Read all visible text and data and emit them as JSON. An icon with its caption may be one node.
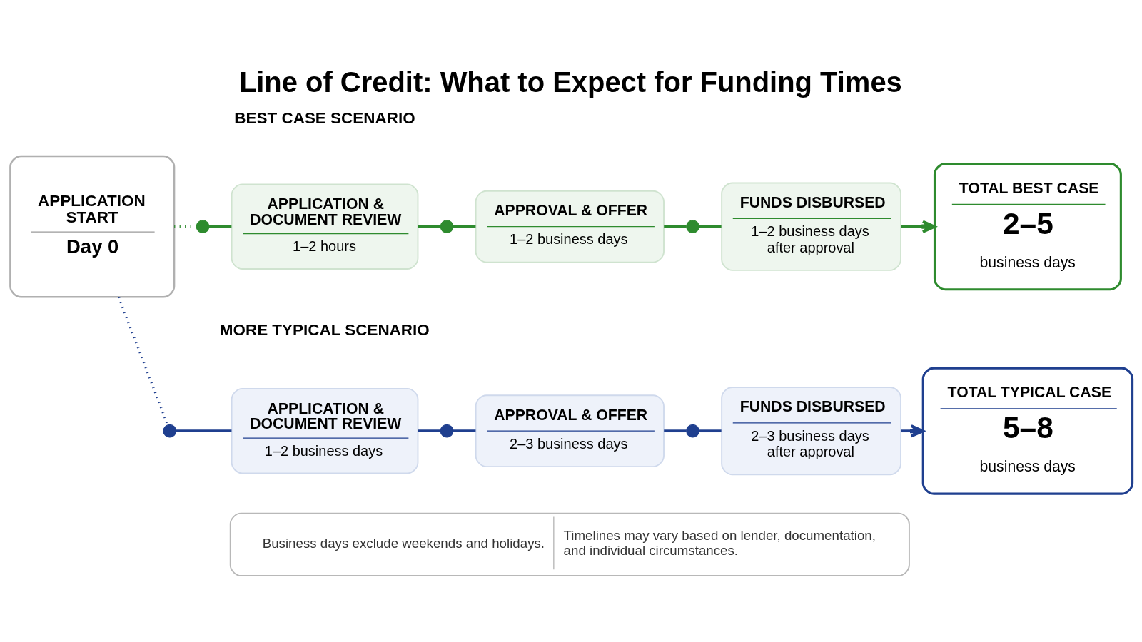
{
  "diagram": {
    "title": "Line of Credit: What to Expect for Funding Times",
    "nodes": [
      {
        "text": [
          "APPLICATION START",
          "Day 0"
        ]
      },
      {
        "text": [],
        "shape": "circle"
      },
      {
        "text": [
          "APPLICATION & DOCUMENT REVIEW",
          "1–2 hours"
        ]
      },
      {
        "text": [],
        "shape": "circle"
      },
      {
        "text": [
          "APPROVAL & OFFER",
          "1–2 business days"
        ]
      },
      {
        "text": [],
        "shape": "circle"
      },
      {
        "text": [
          "FUNDS DISBURSED",
          "1–2 business days after approval"
        ]
      },
      {
        "text": [
          "TOTAL BEST CASE",
          "2–5",
          "business days"
        ]
      },
      {
        "text": [],
        "shape": "circle"
      },
      {
        "text": [
          "APPLICATION & DOCUMENT REVIEW",
          "1–2 business days"
        ]
      },
      {
        "text": [],
        "shape": "circle"
      },
      {
        "text": [
          "APPROVAL & OFFER",
          "2–3 business days"
        ]
      },
      {
        "text": [],
        "shape": "circle"
      },
      {
        "text": [
          "FUNDS DISBURSED",
          "2–3 business days after approval"
        ]
      },
      {
        "text": [
          "TOTAL TYPICAL CASE",
          "5–8",
          "business days"
        ]
      },
      {
        "text": [
          "Business days exclude weekends and holidays.",
          "Timelines may vary based on lender, documentation, and individual circumstances."
        ]
      }
    ],
    "edges": [
      {
        "from": 0,
        "to": 1,
        "arrow": "none",
        "style": "dashed",
        "color": "#2e8b2e"
      },
      {
        "from": 1,
        "to": 2,
        "arrow": "none",
        "color": "#2e8b2e"
      },
      {
        "from": 2,
        "to": 3,
        "arrow": "none",
        "color": "#2e8b2e"
      },
      {
        "from": 3,
        "to": 4,
        "arrow": "none",
        "color": "#2e8b2e"
      },
      {
        "from": 4,
        "to": 5,
        "arrow": "none",
        "color": "#2e8b2e"
      },
      {
        "from": 5,
        "to": 6,
        "arrow": "none",
        "color": "#2e8b2e"
      },
      {
        "from": 6,
        "to": 7,
        "arrow": "to",
        "color": "#2e8b2e"
      },
      {
        "from": 0,
        "to": 8,
        "arrow": "none",
        "style": "dashed",
        "color": "#1f3f8f"
      },
      {
        "from": 8,
        "to": 9,
        "arrow": "none",
        "color": "#1f3f8f"
      },
      {
        "from": 9,
        "to": 10,
        "arrow": "none",
        "color": "#1f3f8f"
      },
      {
        "from": 10,
        "to": 11,
        "arrow": "none",
        "color": "#1f3f8f"
      },
      {
        "from": 11,
        "to": 12,
        "arrow": "none",
        "color": "#1f3f8f"
      },
      {
        "from": 12,
        "to": 13,
        "arrow": "none",
        "color": "#1f3f8f"
      },
      {
        "from": 13,
        "to": 14,
        "arrow": "to",
        "color": "#1f3f8f"
      }
    ],
    "labels": [
      "BEST CASE SCENARIO",
      "MORE TYPICAL SCENARIO"
    ]
  }
}
